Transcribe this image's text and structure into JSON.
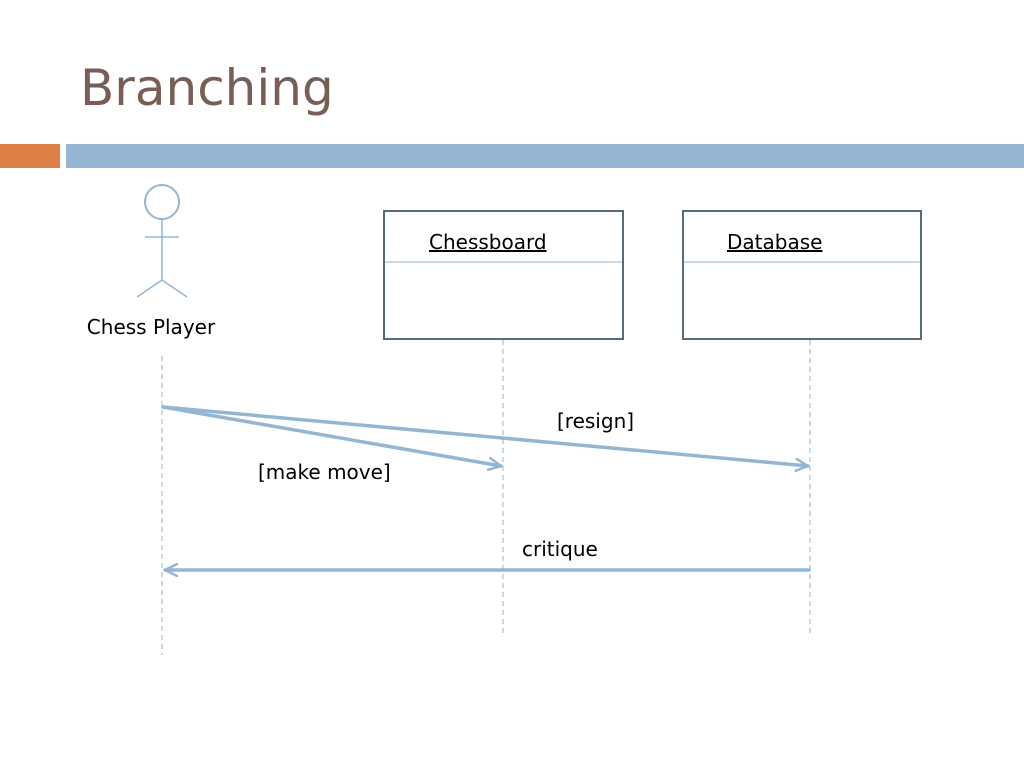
{
  "slide": {
    "title": "Branching"
  },
  "diagram": {
    "actor": {
      "name": "Chess Player"
    },
    "objects": [
      {
        "name": "Chessboard"
      },
      {
        "name": "Database"
      }
    ],
    "messages": [
      {
        "label": "[make move]",
        "from": "Chess Player",
        "to": "Chessboard"
      },
      {
        "label": "[resign]",
        "from": "Chess Player",
        "to": "Database"
      },
      {
        "label": "critique",
        "from": "Database",
        "to": "Chess Player"
      }
    ],
    "colors": {
      "title": "#775f55",
      "accent_orange": "#dd8047",
      "accent_blue": "#94b6d2",
      "line": "#94b6d2",
      "box_border": "#5a6b78"
    }
  }
}
